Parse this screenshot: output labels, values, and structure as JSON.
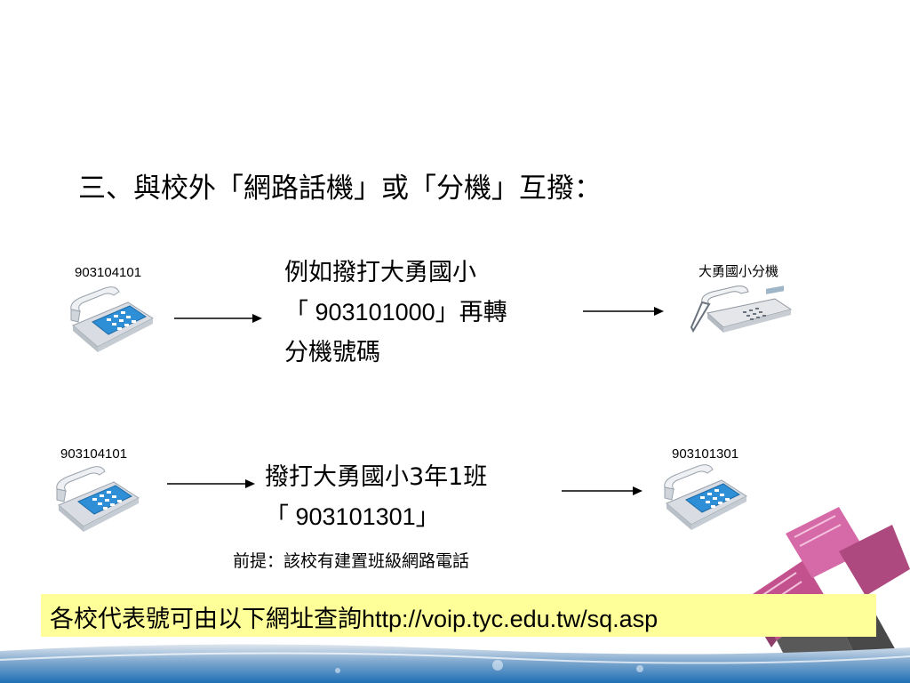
{
  "slide": {
    "title": "三、與校外「網路話機」或「分機」互撥：",
    "row1": {
      "caller_number": "903104101",
      "line1": "例如撥打大勇國小",
      "line2": "「 903101000」再轉",
      "line3": "分機號碼",
      "target_label": "大勇國小分機"
    },
    "row2": {
      "caller_number": "903104101",
      "line1": "撥打大勇國小3年1班",
      "line2": "「 903101301」",
      "target_number": "903101301",
      "note": "前提：該校有建置班級網路電話"
    },
    "footer": {
      "text": "各校代表號可由以下網址查詢",
      "url": "http://voip.tyc.edu.tw/sq.asp"
    }
  },
  "colors": {
    "phone_blue": "#2f8fd6",
    "phone_body": "#e6e8ec",
    "highlight": "#ffff99",
    "footer_band": "#1f6fb5"
  }
}
